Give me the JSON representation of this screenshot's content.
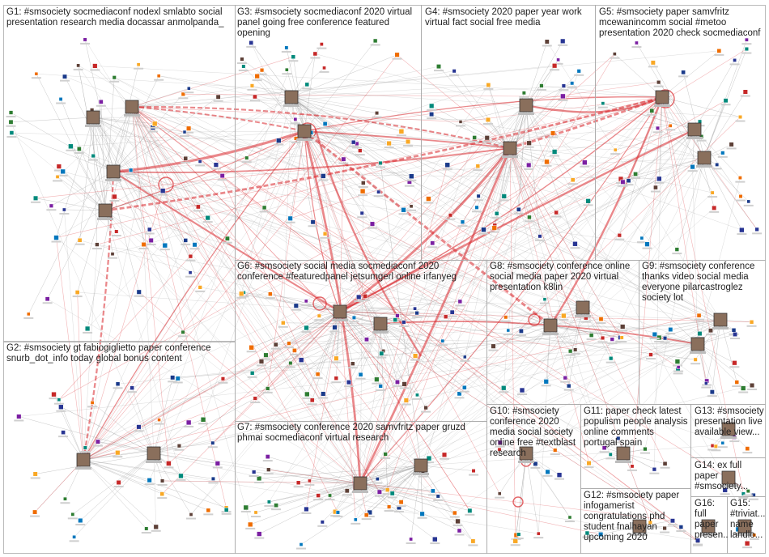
{
  "groups": [
    {
      "id": "G1",
      "label": "G1: #smsociety socmediaconf nodexl smlabto social presentation research media docassar anmolpanda_"
    },
    {
      "id": "G2",
      "label": "G2: #smsociety gt fabiogiglietto paper conference snurb_dot_info today global bonus content"
    },
    {
      "id": "G3",
      "label": "G3: #smsociety socmediaconf 2020 virtual panel going free conference featured opening"
    },
    {
      "id": "G4",
      "label": "G4: #smsociety 2020 paper year work virtual fact social free media"
    },
    {
      "id": "G5",
      "label": "G5: #smsociety paper samvfritz mcewanincomm social #metoo presentation 2020 check socmediaconf"
    },
    {
      "id": "G6",
      "label": "G6: #smsociety social media socmediaconf 2020 conference #featuredpanel jetsumgerl online irfanyeg"
    },
    {
      "id": "G7",
      "label": "G7: #smsociety conference 2020 samvfritz paper gruzd phmai socmediaconf virtual research"
    },
    {
      "id": "G8",
      "label": "G8: #smsociety conference online social media paper 2020 virtual presentation k8lin"
    },
    {
      "id": "G9",
      "label": "G9: #smsociety conference thanks video social media everyone pilarcastroglez society lot"
    },
    {
      "id": "G10",
      "label": "G10: #smsociety conference 2020 media social society online free #textblast research"
    },
    {
      "id": "G11",
      "label": "G11: paper check latest populism people analysis online comments portugal spain"
    },
    {
      "id": "G12",
      "label": "G12: #smsociety paper infogamerist congratulations phd student fnalhayan upcoming 2020"
    },
    {
      "id": "G13",
      "label": "G13: #smsociety presentation live available view..."
    },
    {
      "id": "G14",
      "label": "G14: ex full paper #smsociety..."
    },
    {
      "id": "G15",
      "label": "G15: #triviat... name landlo..."
    },
    {
      "id": "G16",
      "label": "G16: full paper presen..."
    }
  ],
  "colors": {
    "background": "#ffffff",
    "grid_line": "#aaaaaa",
    "edge_gray": "#9a9a9a",
    "edge_red": "#d9262b",
    "node_palette": [
      "#1a3a8a",
      "#2e7d32",
      "#7b1fa2",
      "#c62828",
      "#ef6c00",
      "#0277bd",
      "#f9a825",
      "#5d4037",
      "#00897b",
      "#283593"
    ]
  }
}
